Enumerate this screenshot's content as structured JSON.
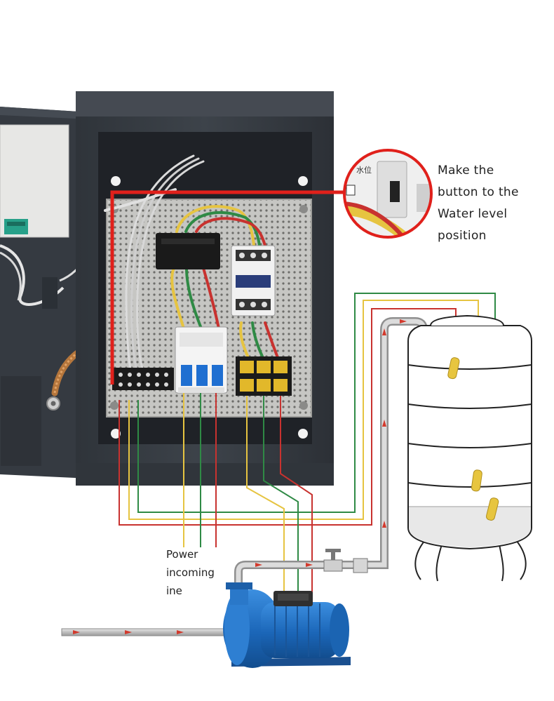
{
  "callout": {
    "lines": [
      "Make the",
      "button to the",
      "Water level",
      "position"
    ],
    "switch_label": "水位"
  },
  "power_label": {
    "lines": [
      "Power",
      "incoming",
      "ine"
    ]
  },
  "colors": {
    "cabinet": "#3a3f46",
    "cabinet_dark": "#2b2f35",
    "panel": "#c9c9c7",
    "wire_red": "#c8322f",
    "wire_yellow": "#e6c441",
    "wire_green": "#2f8a45",
    "callout_red": "#e0201b",
    "pump_blue": "#1e6fc0",
    "pipe": "#b9b9b9",
    "flow_arrow": "#d23a2d"
  },
  "icons": [
    "float-switch-icon",
    "flow-arrow-icon",
    "valve-icon",
    "breaker-icon",
    "contactor-icon",
    "terminal-block-icon"
  ]
}
